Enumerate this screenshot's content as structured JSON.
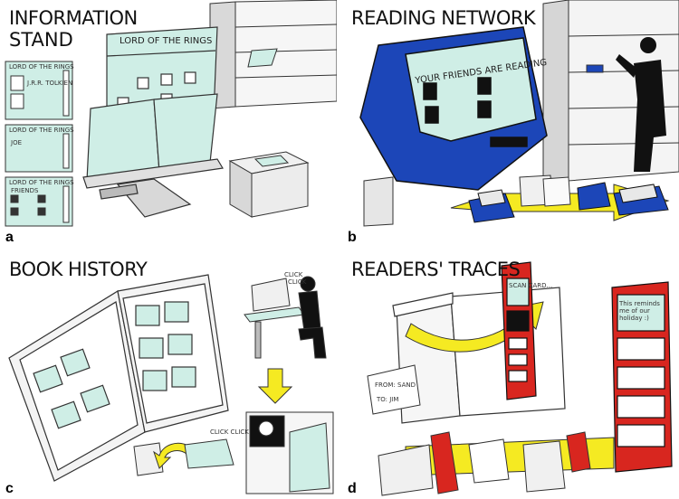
{
  "panels": {
    "a": {
      "letter": "a",
      "title_line1": "INFORMATION",
      "title_line2": "STAND",
      "screen_title": "LORD OF THE RINGS",
      "cards": [
        {
          "title": "LORD OF THE RINGS",
          "text": "J.R.R. TOLKIEN"
        },
        {
          "title": "LORD OF THE RINGS",
          "text": "JOE"
        },
        {
          "title": "LORD OF THE RINGS",
          "text": "FRIENDS"
        }
      ]
    },
    "b": {
      "letter": "b",
      "title": "READING NETWORK",
      "kiosk_header": "YOUR FRIENDS ARE READING"
    },
    "c": {
      "letter": "c",
      "title": "BOOK HISTORY",
      "sound_1": "CLICK",
      "sound_2": "CLICK",
      "sound_3": "CLICK CLICK"
    },
    "d": {
      "letter": "d",
      "title": "READERS' TRACES",
      "scan_label": "SCAN CARD...",
      "note_text": "This reminds me of our holiday :)",
      "note_from": "FROM: SAND",
      "note_to": "TO: JIM"
    }
  },
  "colors": {
    "mint": "#cfeee6",
    "blue": "#1c46b8",
    "yellow": "#f5ea22",
    "red": "#d8261f",
    "ink": "#222222",
    "grey": "#d8d8d8"
  }
}
